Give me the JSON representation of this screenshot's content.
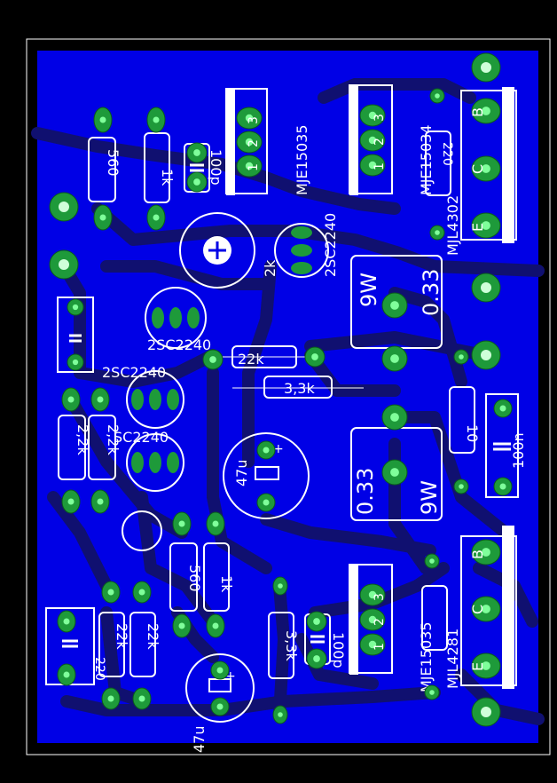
{
  "colors": {
    "background": "#000000",
    "board": "#0000e6",
    "copper": "#0d0d80",
    "pad": "#1e9a3a",
    "silk": "#ffffff",
    "outline": "#ffffff"
  },
  "labels": {
    "q_top_left": "MJE15035",
    "q_top_mid": "MJE15034",
    "q_top_right": "MJL4302",
    "q_bottom_mid": "MJE15035",
    "q_bottom_right": "MJL4281",
    "sc1": "2SC2240",
    "sc2": "2SC2240",
    "sc3": "2SC2240",
    "sc4": "SC2240",
    "pot": "2k",
    "cap_top": "100p",
    "cap_bottom": "100p",
    "cap_right": "100n",
    "elcap_mid": "47u",
    "elcap_bottom": "47u",
    "r560_top": "560",
    "r1k_top": "1k",
    "r22k_mid": "22k",
    "r33k_mid": "3,3k",
    "r22k_a": "2,2k",
    "r22k_b": "2,2k",
    "r560_bot": "560",
    "r1k_bot": "1k",
    "r220_bot": "220",
    "r22k_bot1": "22k",
    "r22k_bot2": "22k",
    "r33k_bot": "3,3k",
    "r10": "10",
    "r220_top": "220",
    "rw_top_w": "9W",
    "rw_top_v": "0.33",
    "rw_bot_w": "9W",
    "rw_bot_v": "0.33",
    "pin1": "1",
    "pin2": "2",
    "pin3": "3",
    "pin_b": "B",
    "pin_c": "C",
    "pin_e": "E"
  }
}
